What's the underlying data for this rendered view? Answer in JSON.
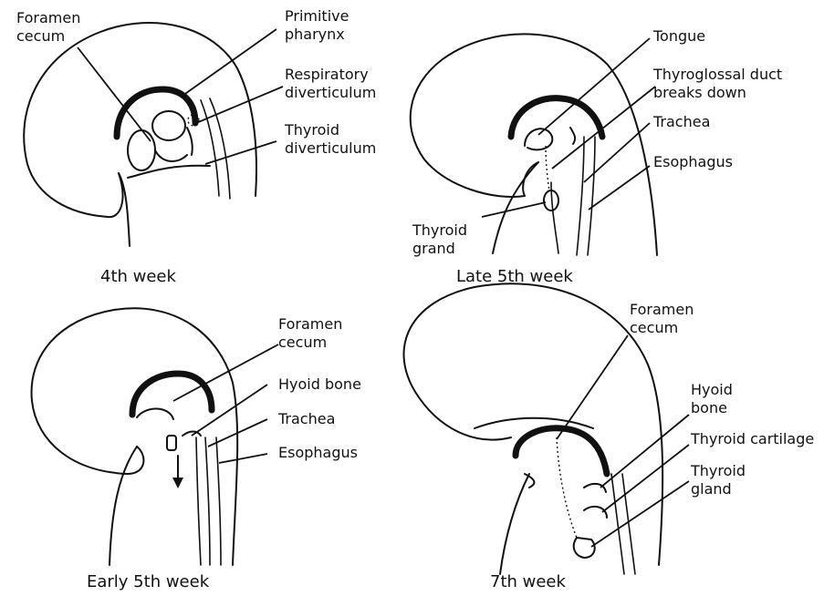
{
  "panels": [
    {
      "caption": "4th week",
      "labels": [
        "Foramen\ncecum",
        "Primitive\npharynx",
        "Respiratory\ndiverticulum",
        "Thyroid\ndiverticulum"
      ]
    },
    {
      "caption": "Late 5th week",
      "labels": [
        "Tongue",
        "Thyroglossal duct\nbreaks down",
        "Trachea",
        "Esophagus",
        "Thyroid\ngrand"
      ]
    },
    {
      "caption": "Early 5th week",
      "labels": [
        "Foramen\ncecum",
        "Hyoid bone",
        "Trachea",
        "Esophagus"
      ]
    },
    {
      "caption": "7th week",
      "labels": [
        "Foramen\ncecum",
        "Hyoid\nbone",
        "Thyroid cartilage",
        "Thyroid\ngland"
      ]
    }
  ]
}
